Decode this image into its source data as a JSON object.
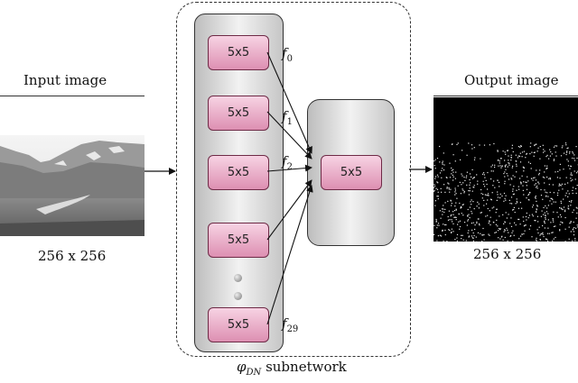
{
  "input": {
    "title": "Input image",
    "size": "256 x 256"
  },
  "output": {
    "title": "Output image",
    "size": "256 x 256"
  },
  "subnetwork": {
    "symbol": "φ",
    "symbol_sub": "DN",
    "label": "subnetwork"
  },
  "filters": [
    {
      "kernel": "5x5",
      "name": "f",
      "index": "0"
    },
    {
      "kernel": "5x5",
      "name": "f",
      "index": "1"
    },
    {
      "kernel": "5x5",
      "name": "f",
      "index": "2"
    },
    {
      "kernel": "5x5",
      "name": "",
      "index": ""
    },
    {
      "kernel": "5x5",
      "name": "f",
      "index": "29"
    }
  ],
  "merge": {
    "kernel": "5x5"
  }
}
